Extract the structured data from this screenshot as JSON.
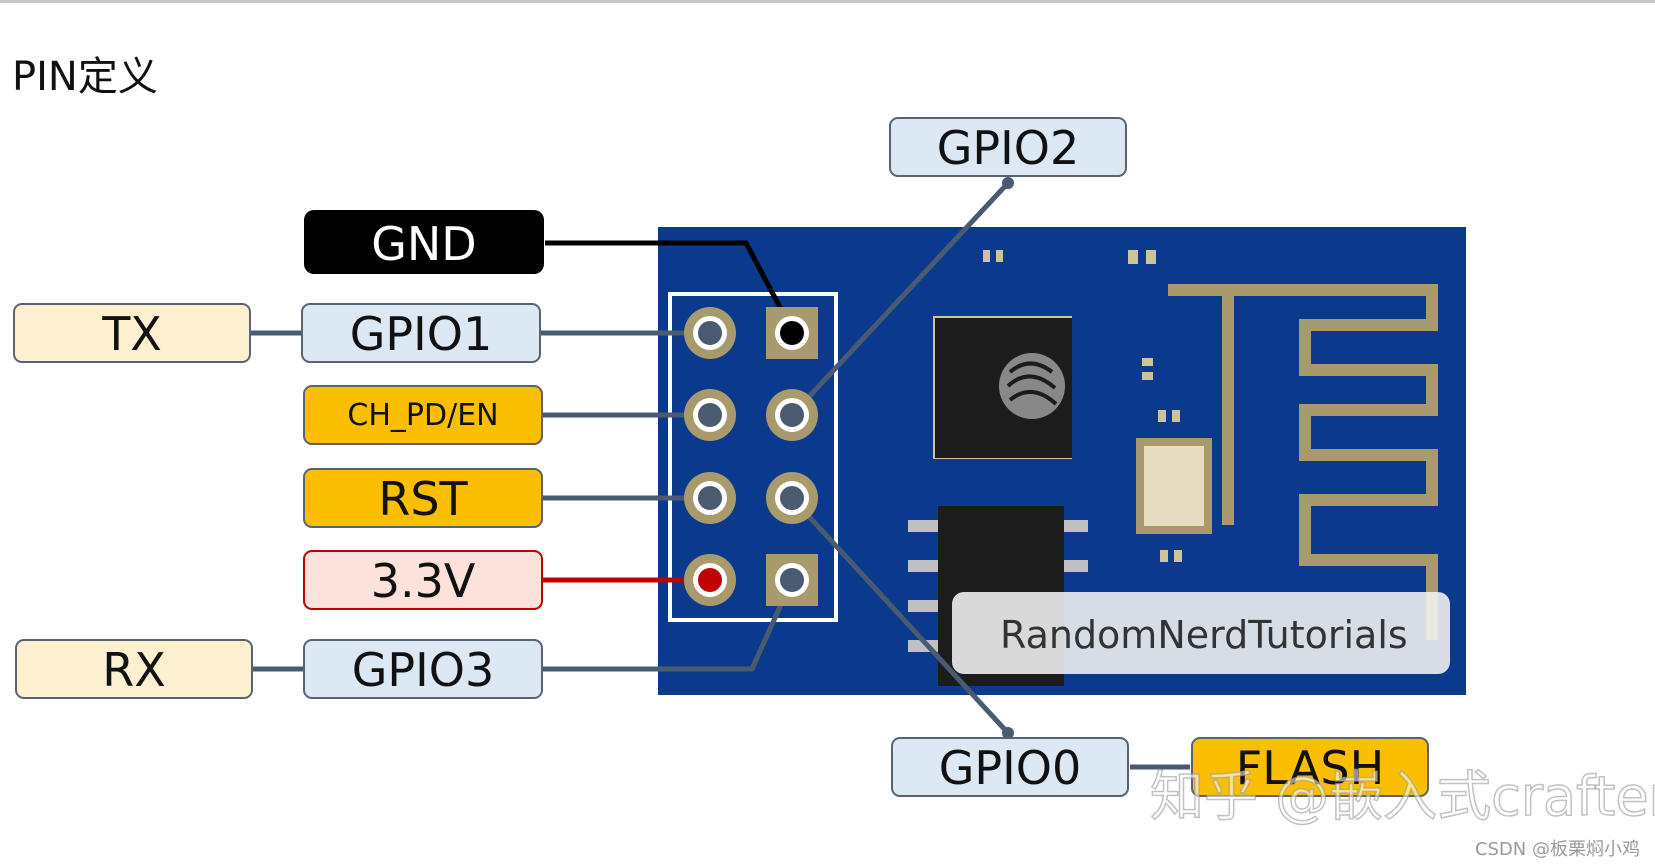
{
  "heading": "PIN定义",
  "labels": {
    "gnd": "GND",
    "tx": "TX",
    "gpio1": "GPIO1",
    "ch_pd": "CH_PD/EN",
    "rst": "RST",
    "v33": "3.3V",
    "rx": "RX",
    "gpio3": "GPIO3",
    "gpio2": "GPIO2",
    "gpio0": "GPIO0",
    "flash": "FLASH"
  },
  "board_watermark": "RandomNerdTutorials",
  "watermark_zhihu": "知乎 @嵌入式crafter",
  "watermark_csdn": "CSDN @板栗焖小鸡",
  "colors": {
    "board": "#0b3a8c",
    "label_blue_fill": "#dde8f5",
    "label_cream_fill": "#fdf0d0",
    "label_orange_fill": "#fbbf00",
    "label_red_fill": "#fbe3dc",
    "label_black_fill": "#000000",
    "wire_gray": "#4a5a70",
    "wire_red": "#c00000",
    "gold": "#a89a6c"
  }
}
